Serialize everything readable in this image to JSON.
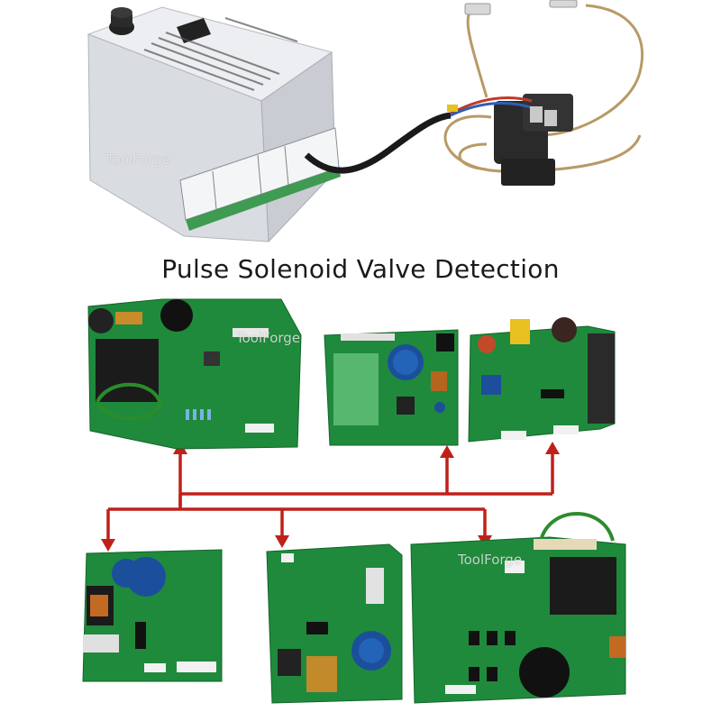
{
  "caption": "Pulse Solenoid Valve Detection",
  "watermarks": [
    "ToolForge",
    "ToolForge",
    "ToolForge"
  ],
  "colors": {
    "pcb_green": "#1f8a3c",
    "arrow_red": "#c0201a",
    "device_case": "#e4e6ea",
    "capacitor_blue": "#1b4f9c"
  }
}
